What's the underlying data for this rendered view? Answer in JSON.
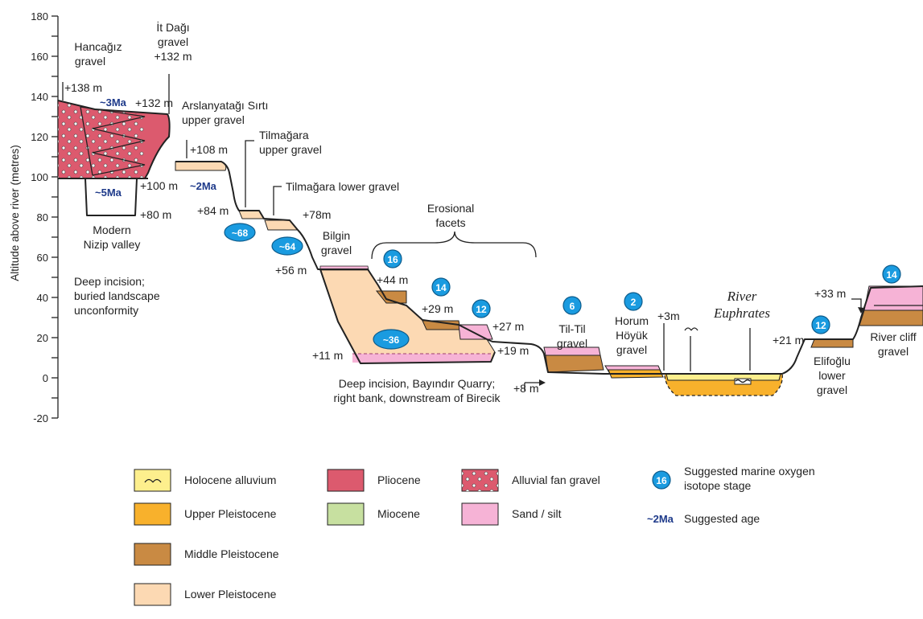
{
  "colors": {
    "holocene": "#fdef8d",
    "upper_pleistocene": "#f8b12c",
    "middle_pleistocene": "#c98a43",
    "lower_pleistocene": "#fcd9b3",
    "pliocene": "#dc5a6e",
    "miocene": "#c7e0a0",
    "sand_silt": "#f6b3d6",
    "badge": "#1a9be0",
    "age_text": "#1e3a8a"
  },
  "axis": {
    "title": "Altitude above river (metres)",
    "ticks": [
      "180",
      "160",
      "140",
      "120",
      "100",
      "80",
      "60",
      "40",
      "20",
      "0",
      "-20"
    ]
  },
  "labels": {
    "hancagiz": [
      "Hancağız",
      "gravel"
    ],
    "itdagi": [
      "İt Dağı",
      "gravel",
      "+132 m"
    ],
    "arslan": [
      "Arslanyatağı Sırtı",
      "upper gravel"
    ],
    "tilm_upper": [
      "Tilmağara",
      "upper gravel"
    ],
    "tilm_lower": "Tilmağara lower gravel",
    "erosional": [
      "Erosional",
      "facets"
    ],
    "bilgin": [
      "Bilgin",
      "gravel"
    ],
    "modern": [
      "Modern",
      "Nizip valley"
    ],
    "deep1": [
      "Deep incision;",
      "buried landscape",
      "unconformity"
    ],
    "deep2": [
      "Deep incision, Bayındır Quarry;",
      "right bank, downstream of Birecik"
    ],
    "tiltil": [
      "Til-Til",
      "gravel"
    ],
    "horum": [
      "Horum",
      "Höyük",
      "gravel"
    ],
    "river": [
      "River",
      "Euphrates"
    ],
    "elif": [
      "Elifoğlu",
      "lower",
      "gravel"
    ],
    "cliff": [
      "River cliff",
      "gravel"
    ]
  },
  "heights": {
    "h138": "+138 m",
    "h132": "+132 m",
    "h108": "+108 m",
    "h100": "+100 m",
    "h80": "+80 m",
    "h84": "+84 m",
    "h78": "+78m",
    "h56": "+56 m",
    "h44": "+44 m",
    "h29": "+29 m",
    "h27": "+27 m",
    "h19": "+19 m",
    "h11": "+11 m",
    "h8": "+8 m",
    "h3": "+3m",
    "h21": "+21 m",
    "h33": "+33 m"
  },
  "ages": {
    "a3": "~3Ma",
    "a5": "~5Ma",
    "a2": "~2Ma"
  },
  "badges": {
    "b68": "~68",
    "b64": "~64",
    "b36": "~36",
    "b16": "16",
    "b14a": "14",
    "b12a": "12",
    "b6": "6",
    "b2": "2",
    "b12b": "12",
    "b14b": "14"
  },
  "legend": {
    "holocene": "Holocene alluvium",
    "upper_pleistocene": "Upper Pleistocene",
    "middle_pleistocene": "Middle Pleistocene",
    "lower_pleistocene": "Lower Pleistocene",
    "pliocene": "Pliocene",
    "miocene": "Miocene",
    "fan": "Alluvial fan gravel",
    "sand": "Sand / silt",
    "mois_badge": "16",
    "mois": [
      "Suggested marine oxygen",
      "isotope stage"
    ],
    "age_sample": "~2Ma",
    "age": "Suggested age"
  }
}
